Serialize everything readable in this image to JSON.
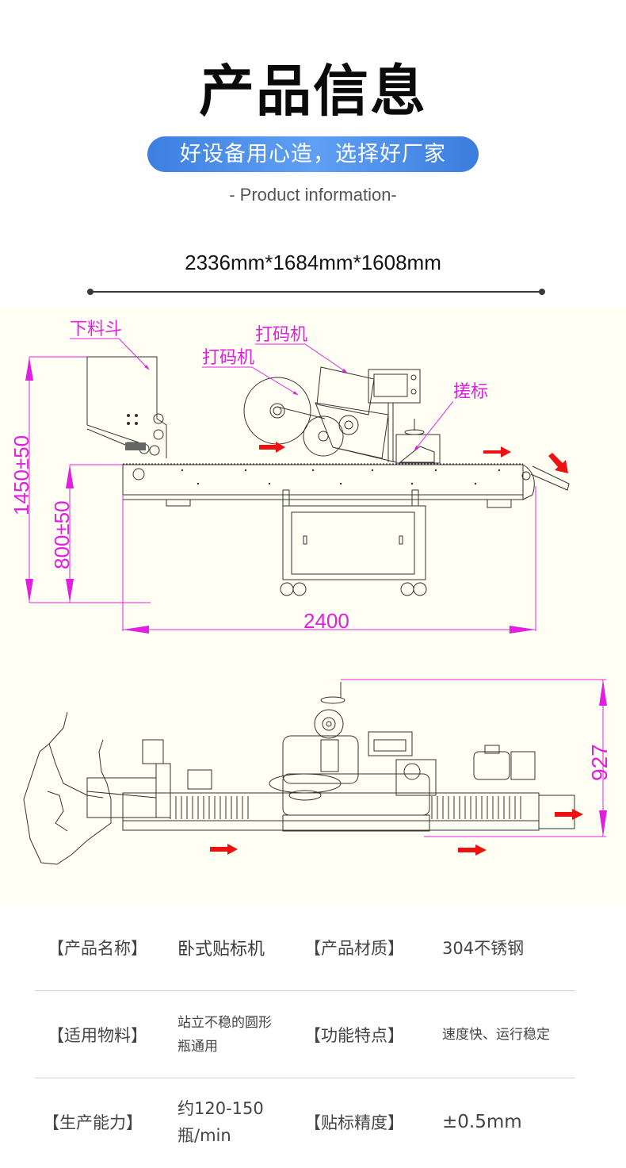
{
  "header": {
    "title": "产品信息",
    "slogan": "好设备用心造，选择好厂家",
    "subtitle": "- Product information-",
    "dimensions": "2336mm*1684mm*1608mm",
    "accent_color": "#4a8cec"
  },
  "drawing": {
    "side_view": {
      "labels": {
        "hopper": "下料斗",
        "coder_1": "打码机",
        "coder_2": "打码机",
        "rubbing": "搓标"
      },
      "dimensions": {
        "total_height": "1450±50",
        "conveyor_height": "800±50",
        "length": "2400"
      }
    },
    "top_view": {
      "dimensions": {
        "width": "927"
      }
    },
    "annotation_color": "#e020e0",
    "flow_arrow_color": "#ee1111"
  },
  "specs": {
    "rows": [
      {
        "key1": "【产品名称】",
        "val1": "卧式贴标机",
        "key2": "【产品材质】",
        "val2": "304不锈钢"
      },
      {
        "key1": "【适用物料】",
        "val1": "站立不稳的圆形瓶通用",
        "key2": "【功能特点】",
        "val2": "速度快、运行稳定"
      },
      {
        "key1": "【生产能力】",
        "val1": "约120-150瓶/min",
        "key2": "【贴标精度】",
        "val2": "±0.5mm"
      }
    ]
  }
}
